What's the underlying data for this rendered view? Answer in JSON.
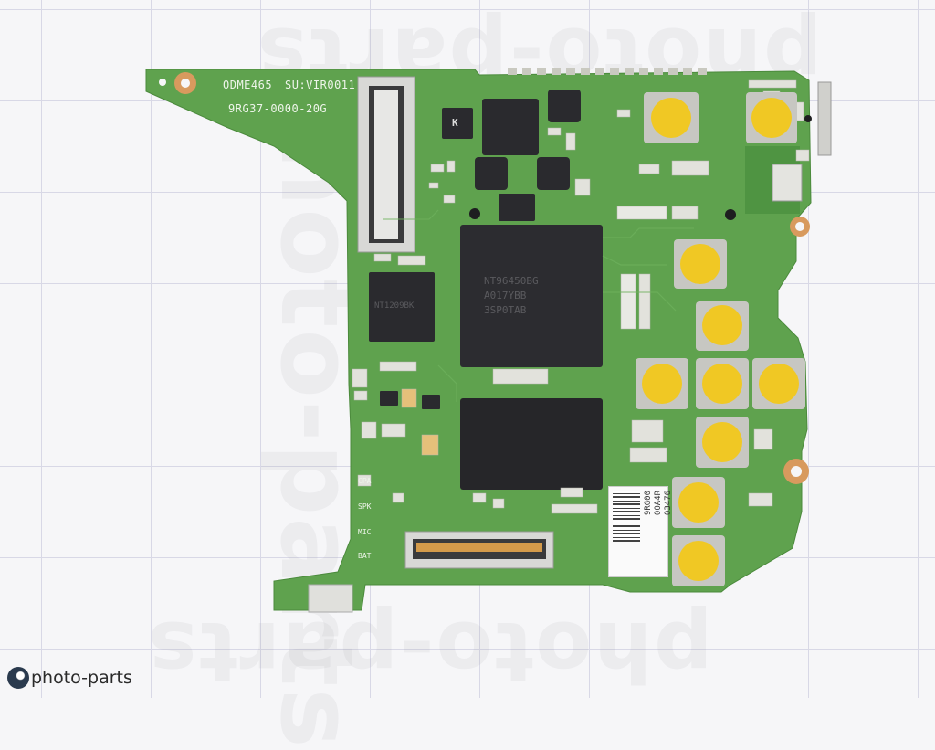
{
  "board": {
    "label_model": "ODME465",
    "label_sub": "SU:VIR0011",
    "label_part": "9RG37-0000-20G"
  },
  "chips": {
    "main_soc": "NT96450BG\nA017YBB\n3SP0TAB",
    "small_ic": "NT1209BK",
    "top_chip_mark": "K"
  },
  "connector_labels": [
    "CPA",
    "SPK",
    "MIC",
    "BAT"
  ],
  "sticker": {
    "line1": "9RG00",
    "line2": "00A4R",
    "line3": "03476"
  },
  "watermark_text": "photo-parts",
  "logo": {
    "text": "photo-parts",
    "icon": "camera-lens-icon"
  },
  "colors": {
    "pcb": "#5fa24e",
    "button": "#f0c824",
    "chip": "#2c2c30"
  }
}
